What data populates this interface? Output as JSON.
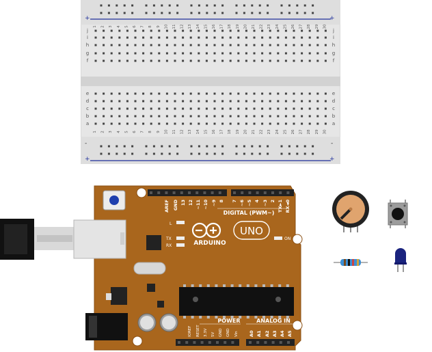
{
  "breadboard": {
    "columns": [
      "1",
      "2",
      "3",
      "4",
      "5",
      "6",
      "7",
      "8",
      "9",
      "10",
      "11",
      "12",
      "13",
      "14",
      "15",
      "16",
      "17",
      "18",
      "19",
      "20",
      "21",
      "22",
      "23",
      "24",
      "25",
      "26",
      "27",
      "28",
      "29",
      "30"
    ],
    "rows_top": [
      "j",
      "i",
      "h",
      "g",
      "f"
    ],
    "rows_bottom": [
      "e",
      "d",
      "c",
      "b",
      "a"
    ],
    "rail_plus": "+",
    "rail_minus": "-"
  },
  "arduino": {
    "brand": "ARDUINO",
    "model": "UNO",
    "digital_label": "DIGITAL (PWM~)",
    "top_pins": [
      "AREF",
      "GND",
      "13",
      "12",
      "~11",
      "~10",
      "~9",
      "8",
      "7",
      "~6",
      "~5",
      "4",
      "~3",
      "2",
      "TX►1",
      "RX◄0"
    ],
    "leds": {
      "l": "L",
      "tx": "TX",
      "rx": "RX",
      "on": "ON"
    },
    "power_label": "POWER",
    "analog_label": "ANALOG IN",
    "power_pins": [
      "IOREF",
      "RESET",
      "3.3V",
      "5V",
      "GND",
      "GND",
      "Vin"
    ],
    "analog_pins": [
      "A0",
      "A1",
      "A2",
      "A3",
      "A4",
      "A5"
    ]
  },
  "components": {
    "potentiometer": "potentiometer",
    "pushbutton": "pushbutton",
    "resistor": "resistor",
    "led": "led"
  },
  "colors": {
    "board": "#a9661d",
    "board_edge": "#8a4f13",
    "breadboard": "#e8e8e8",
    "rail_blue": "#1f2f9c",
    "led_blue": "#1a237e"
  }
}
